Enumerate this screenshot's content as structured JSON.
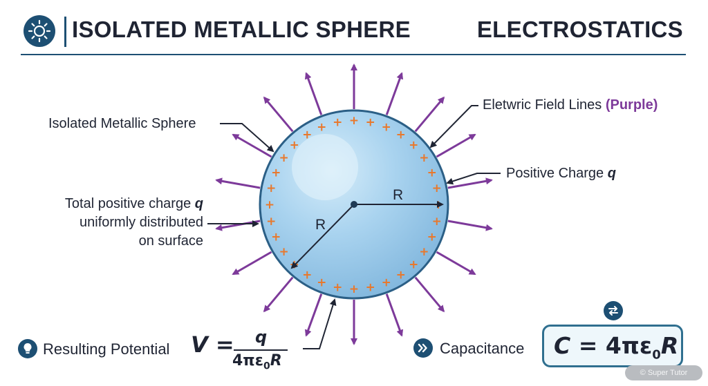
{
  "header": {
    "title": "ISOLATED METALLIC SPHERE",
    "subject": "ELECTROSTATICS",
    "logo_icon": "atom-lightbulb-icon",
    "accent": "#1d4f73"
  },
  "diagram": {
    "sphere_color": "#9ccbea",
    "sphere_border": "#2b5f86",
    "field_line_color": "#7d3a9a",
    "charge_color": "#e8782c",
    "charge_symbol": "+",
    "field_line_count": 18,
    "charge_count": 32,
    "radius_label_horizontal": "R",
    "radius_label_diagonal": "R"
  },
  "labels": {
    "sphere": "Isolated Metallic Sphere",
    "field_lines_prefix": "Eletwric Field Lines ",
    "field_lines_color_word": "(Purple)",
    "positive_charge_text": "Positive Charge ",
    "positive_charge_var": "q",
    "total_line1_text": "Total positive charge ",
    "total_line1_var": "q",
    "total_line2": "uniformly distributed",
    "total_line3": "on surface"
  },
  "potential": {
    "icon": "lightbulb-icon",
    "label": "Resulting Potential",
    "lhs": "V =",
    "numerator": "q",
    "denominator_main": "4πε",
    "denominator_sub": "0",
    "denominator_end": "R"
  },
  "capacitance": {
    "icon": "chevron-right-icon",
    "label": "Capacitance",
    "formula_lhs": "C",
    "formula_mid": " = 4πε",
    "formula_sub": "0",
    "formula_end": "R",
    "swap_icon": "swap-arrows-icon"
  },
  "credit": "© Super Tutor"
}
